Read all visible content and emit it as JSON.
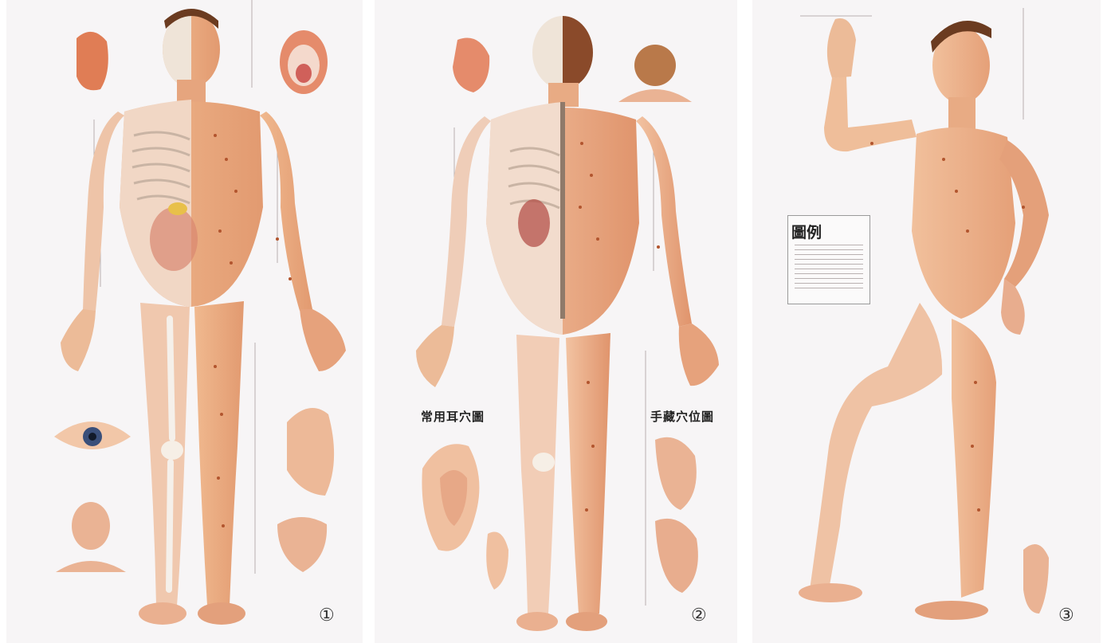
{
  "panels": [
    {
      "number_label": "①"
    },
    {
      "number_label": "②",
      "ear_title": "常用耳穴圖",
      "hand_title": "手藏穴位圖"
    },
    {
      "number_label": "③",
      "legend_title": "圖例"
    }
  ]
}
